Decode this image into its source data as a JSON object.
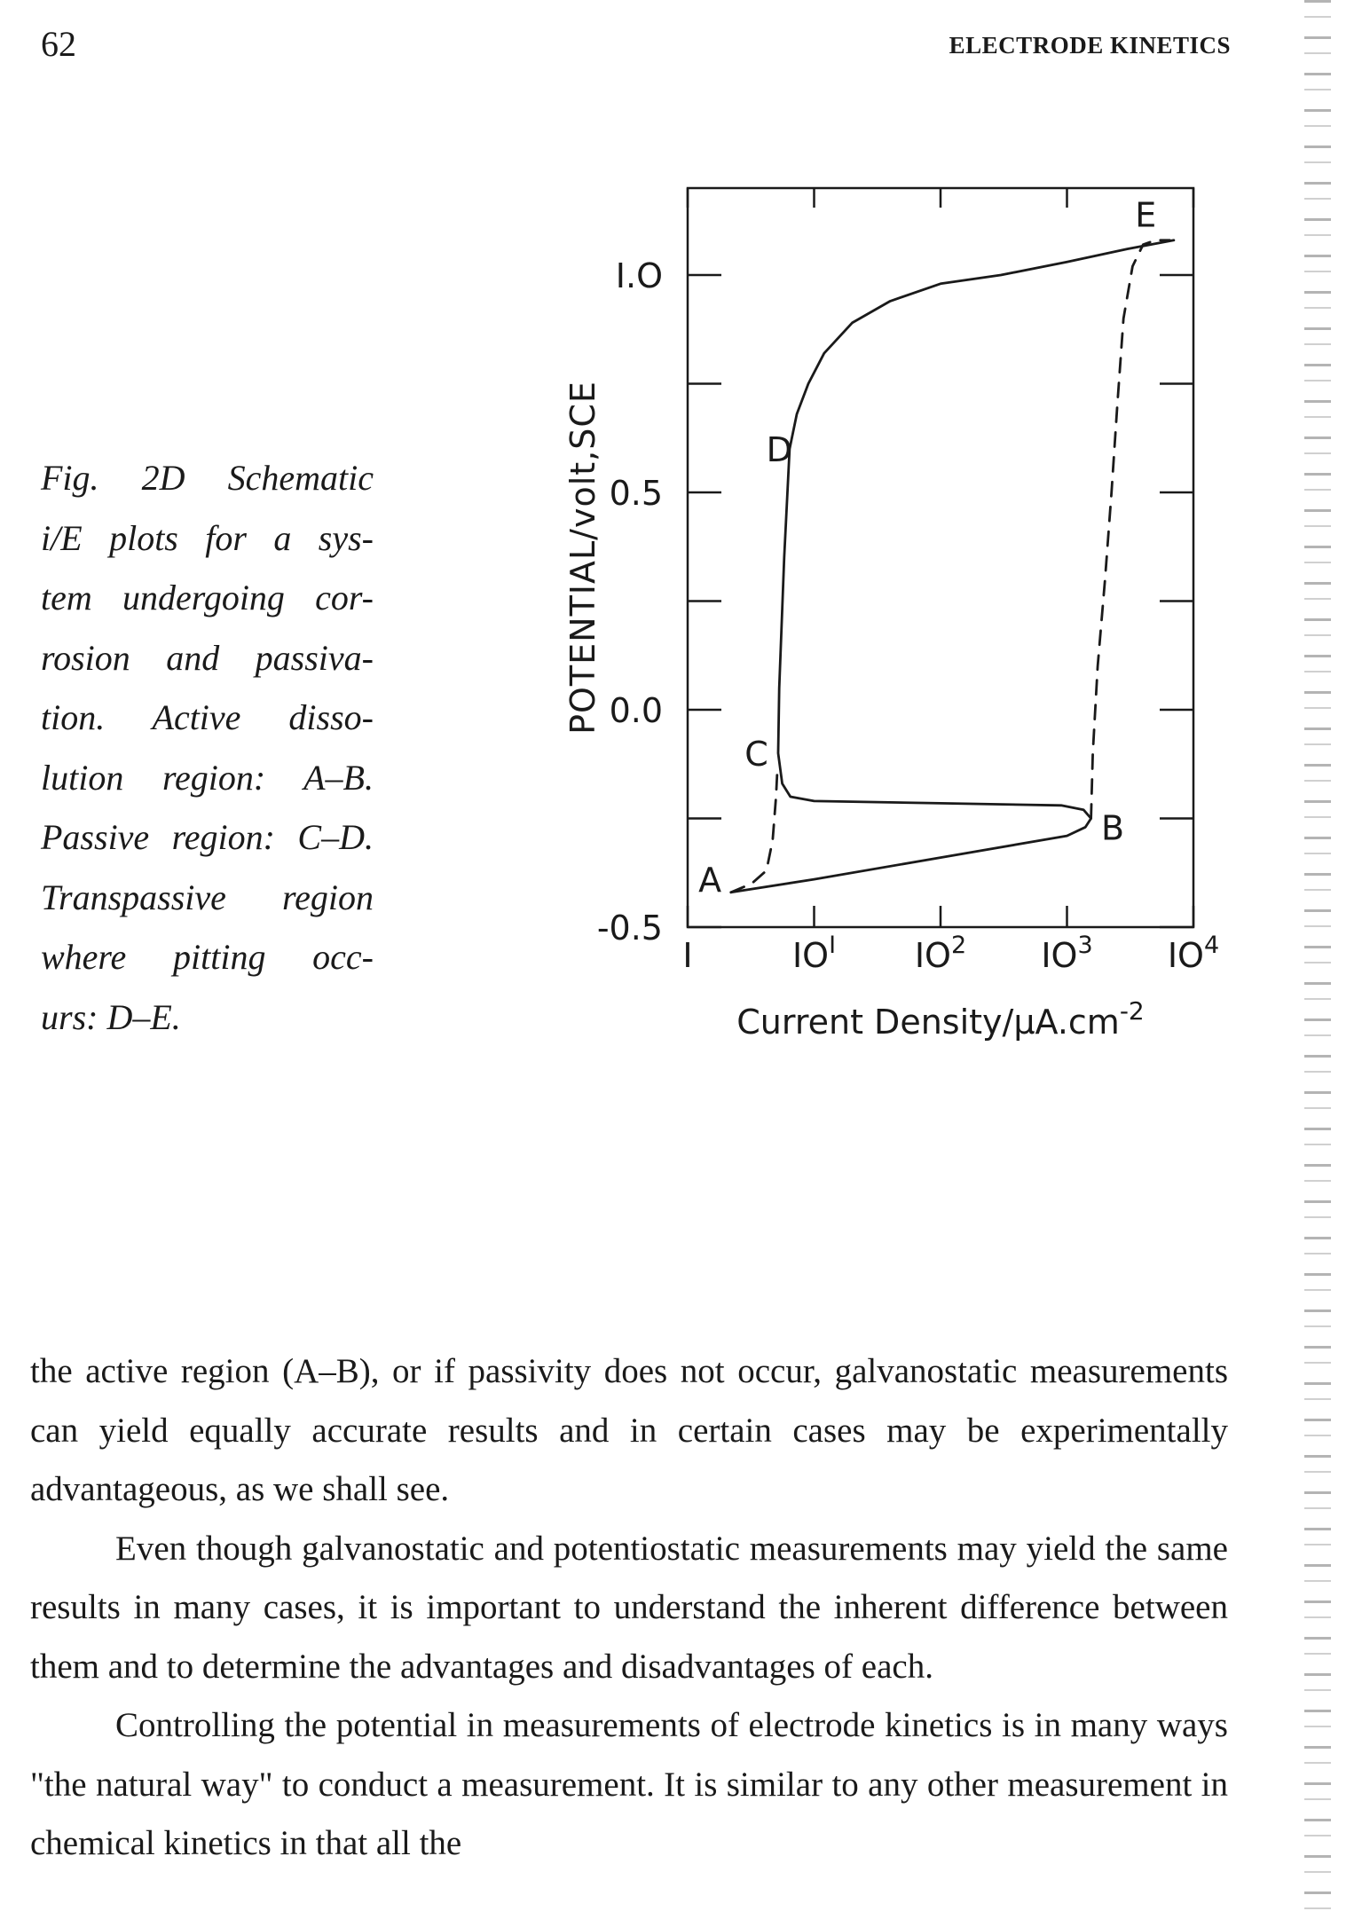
{
  "header": {
    "page_number": "62",
    "running_head": "ELECTRODE KINETICS"
  },
  "caption": {
    "lines": [
      "Fig. 2D Schematic",
      "i/E plots for a sys-",
      "tem undergoing cor-",
      "rosion and passiva-",
      "tion. Active disso-",
      "lution region: A–B.",
      "Passive region: C–D.",
      "Transpassive region",
      "where pitting occ-",
      "urs: D–E."
    ]
  },
  "chart_data": {
    "type": "line",
    "xlabel": "Current Density/μA.cm",
    "xlabel_exponent": "-2",
    "ylabel": "POTENTIAL/volt,SCE",
    "x_scale": "log",
    "xlim": [
      1,
      10000
    ],
    "ylim": [
      -0.5,
      1.2
    ],
    "x_tick_labels": [
      {
        "value": 1,
        "base": "I",
        "exp": ""
      },
      {
        "value": 10,
        "base": "IO",
        "exp": "I"
      },
      {
        "value": 100,
        "base": "IO",
        "exp": "2"
      },
      {
        "value": 1000,
        "base": "IO",
        "exp": "3"
      },
      {
        "value": 10000,
        "base": "IO",
        "exp": "4"
      }
    ],
    "y_tick_labels": [
      {
        "value": 1.0,
        "label": "I.O"
      },
      {
        "value": 0.5,
        "label": "0.5"
      },
      {
        "value": 0.0,
        "label": "0.0"
      },
      {
        "value": -0.5,
        "label": "-0.5"
      }
    ],
    "grid": false,
    "series": [
      {
        "style": "solid",
        "x": [
          2.2,
          10,
          100,
          1000,
          1400,
          1550,
          1350,
          900,
          100,
          10,
          6.5,
          5.6,
          5.2,
          5.3,
          5.8,
          6.4,
          7.3,
          9,
          12,
          20,
          40,
          100,
          300,
          1000,
          3000,
          7000
        ],
        "y": [
          -0.42,
          -0.39,
          -0.34,
          -0.29,
          -0.27,
          -0.25,
          -0.23,
          -0.22,
          -0.215,
          -0.21,
          -0.2,
          -0.17,
          -0.1,
          0.05,
          0.35,
          0.6,
          0.68,
          0.75,
          0.82,
          0.89,
          0.94,
          0.98,
          1.0,
          1.03,
          1.06,
          1.08
        ]
      },
      {
        "style": "dashed",
        "x": [
          2.2,
          3.2,
          4.2,
          4.7,
          5.0,
          5.1
        ],
        "y": [
          -0.42,
          -0.4,
          -0.37,
          -0.3,
          -0.2,
          -0.15
        ]
      },
      {
        "style": "dashed",
        "x": [
          1550,
          1600,
          1750,
          2000,
          2250,
          2500,
          2800,
          3300,
          4000,
          5000,
          6500
        ],
        "y": [
          -0.25,
          -0.1,
          0.1,
          0.3,
          0.5,
          0.7,
          0.9,
          1.02,
          1.07,
          1.08,
          1.08
        ]
      }
    ],
    "annotations": [
      {
        "text": "A",
        "x": 1.5,
        "y": -0.39
      },
      {
        "text": "B",
        "x": 2300,
        "y": -0.27
      },
      {
        "text": "C",
        "x": 3.5,
        "y": -0.1
      },
      {
        "text": "D",
        "x": 5.3,
        "y": 0.6
      },
      {
        "text": "E",
        "x": 4200,
        "y": 1.14
      }
    ]
  },
  "body": {
    "paragraphs": [
      "the active region (A–B), or if passivity does not occur, galvanostatic measurements can yield equally accurate results and in certain cases may be experimentally advantageous, as we shall see.",
      "Even though galvanostatic and potentiostatic measurements may yield the same results in many cases, it is important to understand the inherent difference between them and to determine the advantages and disadvantages of each.",
      "Controlling the potential in measurements of electrode kinetics is in many ways \"the natural way\" to conduct a measurement. It is similar to any other measurement in chemical kinetics in that all the"
    ]
  }
}
